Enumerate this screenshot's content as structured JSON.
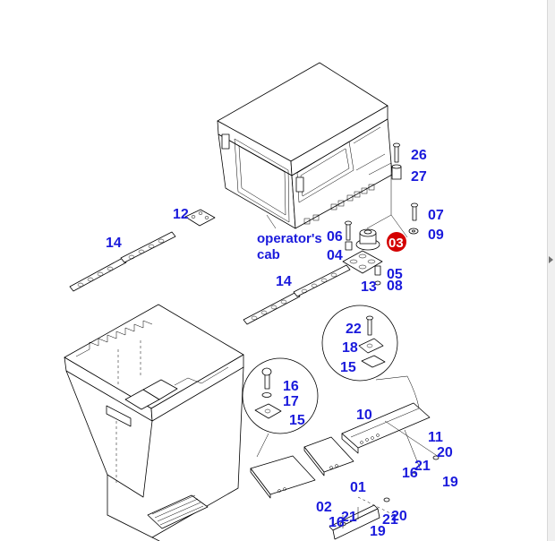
{
  "diagram": {
    "cab_label_line1": "operator's",
    "cab_label_line2": "cab",
    "highlight_color": "#d40000",
    "label_color": "#1a1adc",
    "callouts": {
      "p26": "26",
      "p27": "27",
      "p07": "07",
      "p09": "09",
      "p03": "03",
      "p12": "12",
      "p14a": "14",
      "p06": "06",
      "p04": "04",
      "p05": "05",
      "p13": "13",
      "p08": "08",
      "p14b": "14",
      "p22": "22",
      "p18": "18",
      "p15a": "15",
      "p16a": "16",
      "p17": "17",
      "p15b": "15",
      "p10": "10",
      "p11": "11",
      "p20a": "20",
      "p21a": "21",
      "p16b": "16",
      "p19a": "19",
      "p01": "01",
      "p02": "02",
      "p21b": "21",
      "p16c": "16",
      "p21c": "21",
      "p20b": "20",
      "p19b": "19"
    }
  }
}
